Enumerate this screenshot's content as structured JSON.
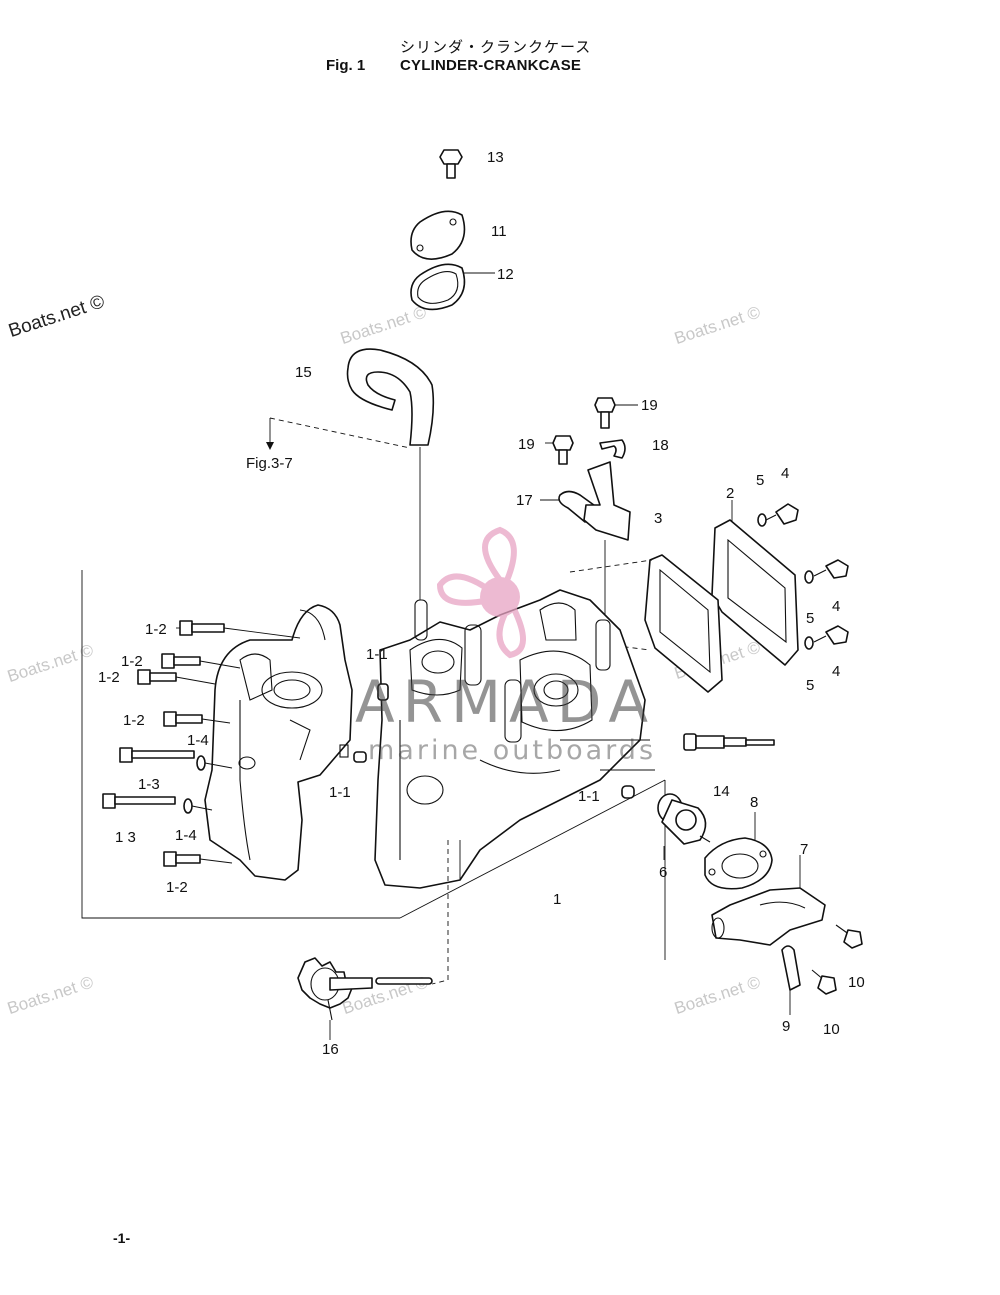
{
  "header": {
    "jp_title": "シリンダ・クランクケース",
    "fig_number": "Fig. 1",
    "en_title": "CYLINDER-CRANKCASE"
  },
  "footer": {
    "page_number": "-1-"
  },
  "watermarks": {
    "site": "Boats.net ©",
    "brand_name": "ARMADA",
    "brand_sub": "marine outboards"
  },
  "colors": {
    "logo_pink": "#e8a3c3",
    "line": "#111111",
    "watermark": "#c8c8c8"
  },
  "callouts": {
    "p13": "13",
    "p11": "11",
    "p12": "12",
    "p15": "15",
    "fig_ref": "Fig.3-7",
    "p19a": "19",
    "p19b": "19",
    "p18": "18",
    "p17": "17",
    "p3": "3",
    "p2": "2",
    "p5a": "5",
    "p4a": "4",
    "p4b": "4",
    "p5b": "5",
    "p4c": "4",
    "p5c": "5",
    "p1_2a": "1-2",
    "p1_2b": "1-2",
    "p1_2c": "1-2",
    "p1_2d": "1-2",
    "p1_2e": "1-2",
    "p1_4a": "1-4",
    "p1_3a": "1-3",
    "p1_3b": "1 3",
    "p1_4b": "1-4",
    "p1_1a": "1-1",
    "p1_1b": "1-1",
    "p1_1c": "1-1",
    "p14": "14",
    "p8": "8",
    "p7": "7",
    "p6": "6",
    "p1": "1",
    "p10a": "10",
    "p10b": "10",
    "p9": "9",
    "p16": "16"
  }
}
